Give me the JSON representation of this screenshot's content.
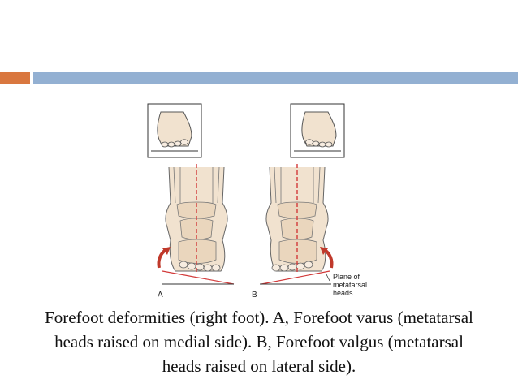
{
  "slide": {
    "accent_color": "#d9773f",
    "bar_color": "#93b0d2"
  },
  "figure": {
    "label_a": "A",
    "label_b": "B",
    "plane_label_line1": "Plane of",
    "plane_label_line2": "metatarsal",
    "plane_label_line3": "heads",
    "bone_color": "#f1e2cf",
    "line_color": "#d23a3a"
  },
  "caption": {
    "line1": "Forefoot deformities (right foot). A, Forefoot varus (metatarsal",
    "line2": "heads raised on medial side). B, Forefoot valgus (metatarsal",
    "line3": "heads raised on lateral side)."
  }
}
